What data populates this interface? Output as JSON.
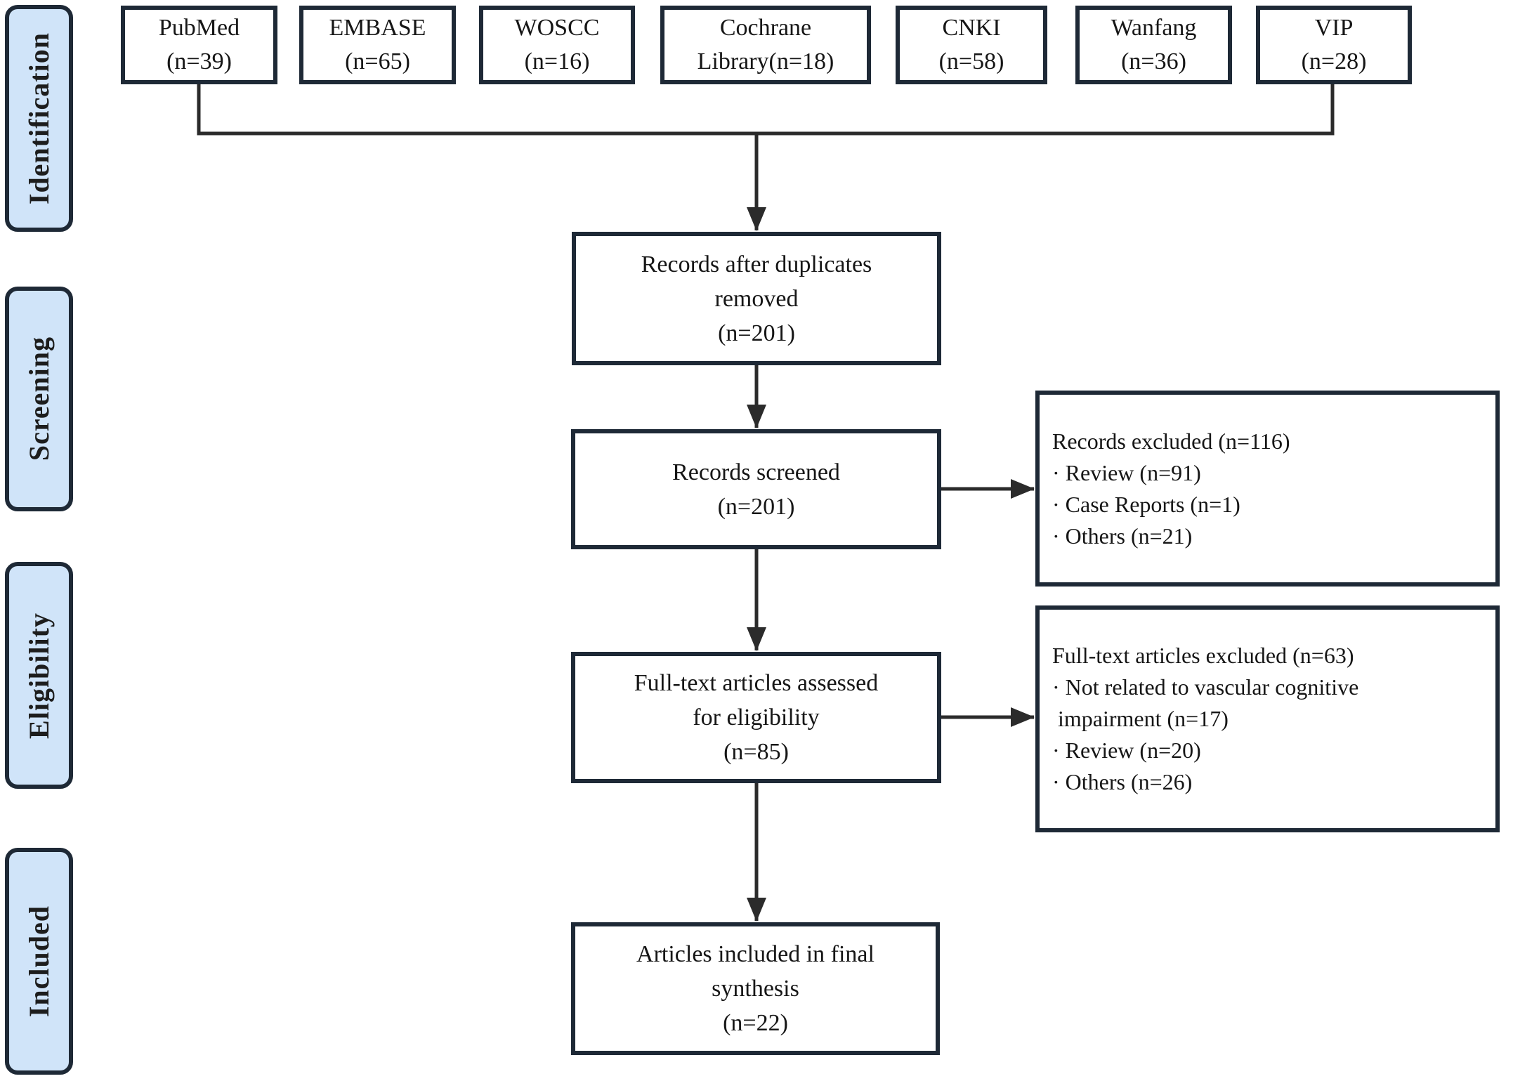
{
  "sidebar": {
    "items": [
      {
        "label": "Identification"
      },
      {
        "label": "Screening"
      },
      {
        "label": "Eligibility"
      },
      {
        "label": "Included"
      }
    ]
  },
  "sources": [
    {
      "name": "PubMed",
      "count": "(n=39)"
    },
    {
      "name": "EMBASE",
      "count": "(n=65)"
    },
    {
      "name": "WOSCC",
      "count": "(n=16)"
    },
    {
      "name": "Cochrane",
      "count": "Library(n=18)"
    },
    {
      "name": "CNKI",
      "count": "(n=58)"
    },
    {
      "name": "Wanfang",
      "count": "(n=36)"
    },
    {
      "name": "VIP",
      "count": "(n=28)"
    }
  ],
  "flow": {
    "duplicates": {
      "l1": "Records after duplicates",
      "l2": "removed",
      "l3": "(n=201)"
    },
    "screened": {
      "l1": "Records screened",
      "l2": "(n=201)"
    },
    "fulltext": {
      "l1": "Full-text articles assessed",
      "l2": "for eligibility",
      "l3": "(n=85)"
    },
    "included": {
      "l1": "Articles included in final",
      "l2": "synthesis",
      "l3": "(n=22)"
    }
  },
  "exclusions": {
    "records": {
      "title": "Records excluded (n=116)",
      "items": [
        "· Review (n=91)",
        "· Case Reports (n=1)",
        "· Others (n=21)"
      ]
    },
    "fulltext": {
      "title": "Full-text articles excluded (n=63)",
      "items": [
        "· Not related to vascular cognitive",
        " impairment (n=17)",
        "· Review (n=20)",
        "· Others (n=26)"
      ]
    }
  },
  "colors": {
    "stage_fill": "#d0e4f9",
    "box_border": "#1e2936",
    "arrow": "#2b2b2b",
    "text": "#161616"
  }
}
